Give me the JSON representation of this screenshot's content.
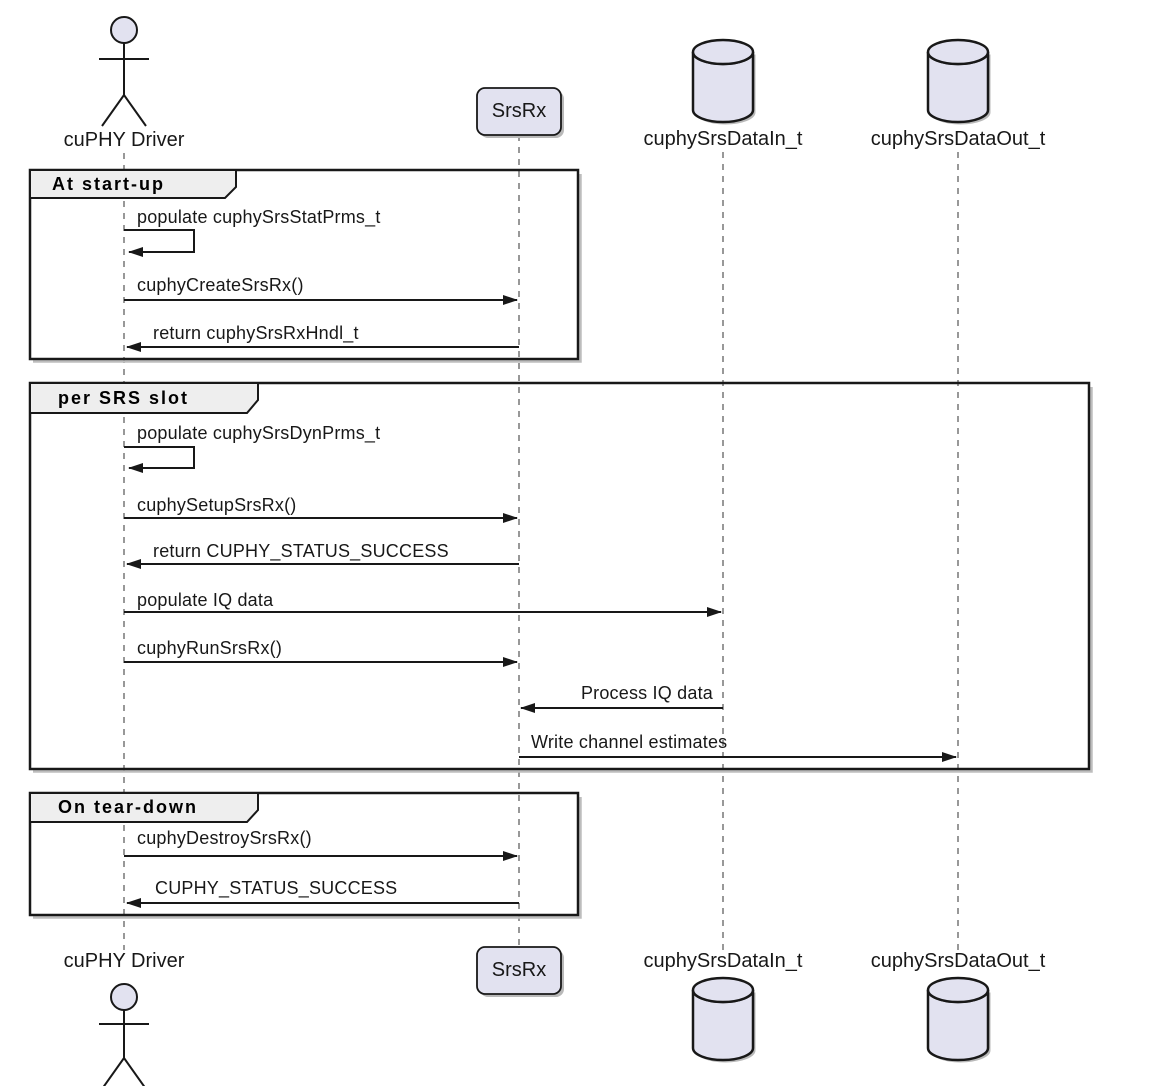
{
  "diagram_type": "uml-sequence-diagram",
  "participants": [
    {
      "id": "driver",
      "label": "cuPHY Driver",
      "kind": "actor"
    },
    {
      "id": "srsrx",
      "label": "SrsRx",
      "kind": "participant"
    },
    {
      "id": "datain",
      "label": "cuphySrsDataIn_t",
      "kind": "database"
    },
    {
      "id": "dataout",
      "label": "cuphySrsDataOut_t",
      "kind": "database"
    }
  ],
  "frames": [
    {
      "title": "At start-up"
    },
    {
      "title": "per SRS slot"
    },
    {
      "title": "On tear-down"
    }
  ],
  "messages": [
    {
      "frame": "At start-up",
      "from": "cuPHY Driver",
      "to": "cuPHY Driver",
      "label": "populate cuphySrsStatPrms_t",
      "style": "self"
    },
    {
      "frame": "At start-up",
      "from": "cuPHY Driver",
      "to": "SrsRx",
      "label": "cuphyCreateSrsRx()"
    },
    {
      "frame": "At start-up",
      "from": "SrsRx",
      "to": "cuPHY Driver",
      "label": "return cuphySrsRxHndl_t"
    },
    {
      "frame": "per SRS slot",
      "from": "cuPHY Driver",
      "to": "cuPHY Driver",
      "label": "populate cuphySrsDynPrms_t",
      "style": "self"
    },
    {
      "frame": "per SRS slot",
      "from": "cuPHY Driver",
      "to": "SrsRx",
      "label": "cuphySetupSrsRx()"
    },
    {
      "frame": "per SRS slot",
      "from": "SrsRx",
      "to": "cuPHY Driver",
      "label": "return CUPHY_STATUS_SUCCESS"
    },
    {
      "frame": "per SRS slot",
      "from": "cuPHY Driver",
      "to": "cuphySrsDataIn_t",
      "label": "populate IQ data"
    },
    {
      "frame": "per SRS slot",
      "from": "cuPHY Driver",
      "to": "SrsRx",
      "label": "cuphyRunSrsRx()"
    },
    {
      "frame": "per SRS slot",
      "from": "cuphySrsDataIn_t",
      "to": "SrsRx",
      "label": "Process IQ data"
    },
    {
      "frame": "per SRS slot",
      "from": "SrsRx",
      "to": "cuphySrsDataOut_t",
      "label": "Write channel estimates"
    },
    {
      "frame": "On tear-down",
      "from": "cuPHY Driver",
      "to": "SrsRx",
      "label": "cuphyDestroySrsRx()"
    },
    {
      "frame": "On tear-down",
      "from": "SrsRx",
      "to": "cuPHY Driver",
      "label": "CUPHY_STATUS_SUCCESS"
    }
  ],
  "colors": {
    "shape_fill": "#E2E2F0",
    "frame_label_fill": "#EEEEEE",
    "stroke": "#181818",
    "lifeline": "#777777",
    "shadow": "#B9B9B9",
    "background": "#FFFFFF"
  }
}
